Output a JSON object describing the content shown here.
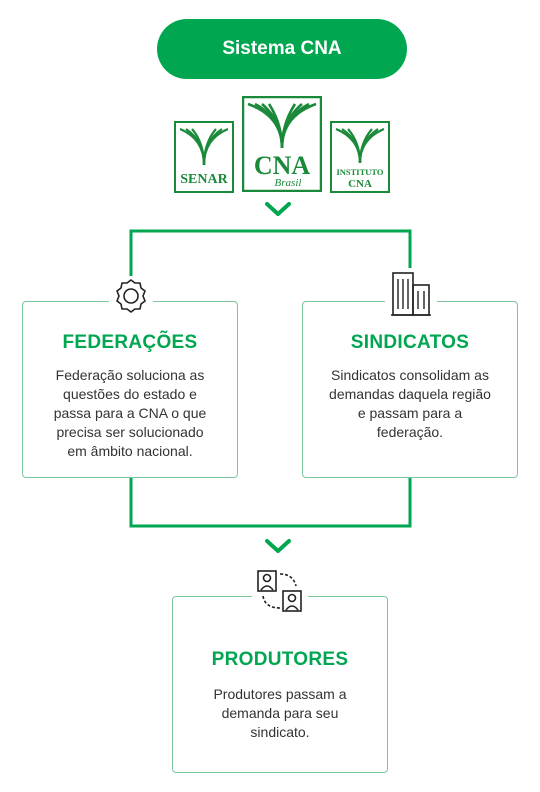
{
  "header": {
    "title": "Sistema CNA"
  },
  "logos": {
    "senar": {
      "label": "SENAR"
    },
    "cna": {
      "label": "CNA",
      "sub": "Brasil"
    },
    "instituto": {
      "line1": "INSTITUTO",
      "line2": "CNA"
    }
  },
  "federacoes": {
    "title": "FEDERAÇÕES",
    "lines": [
      "Federação soluciona as",
      "questões do estado e",
      "passa para a CNA o que",
      "precisa ser solucionado",
      "em âmbito nacional."
    ]
  },
  "sindicatos": {
    "title": "SINDICATOS",
    "lines": [
      "Sindicatos consolidam as",
      "demandas daquela região",
      "e passam para a",
      "federação."
    ]
  },
  "produtores": {
    "title": "PRODUTORES",
    "lines": [
      "Produtores passam a",
      "demanda para seu",
      "sindicato."
    ]
  },
  "icons": {
    "federacoes": "award-ribbon-icon",
    "sindicatos": "buildings-icon",
    "produtores": "people-exchange-icon",
    "chevrons": "chevron-down-icon"
  },
  "colors": {
    "primary": "#00a650",
    "logo_green": "#1a8a3a",
    "border": "#7bc69a"
  }
}
